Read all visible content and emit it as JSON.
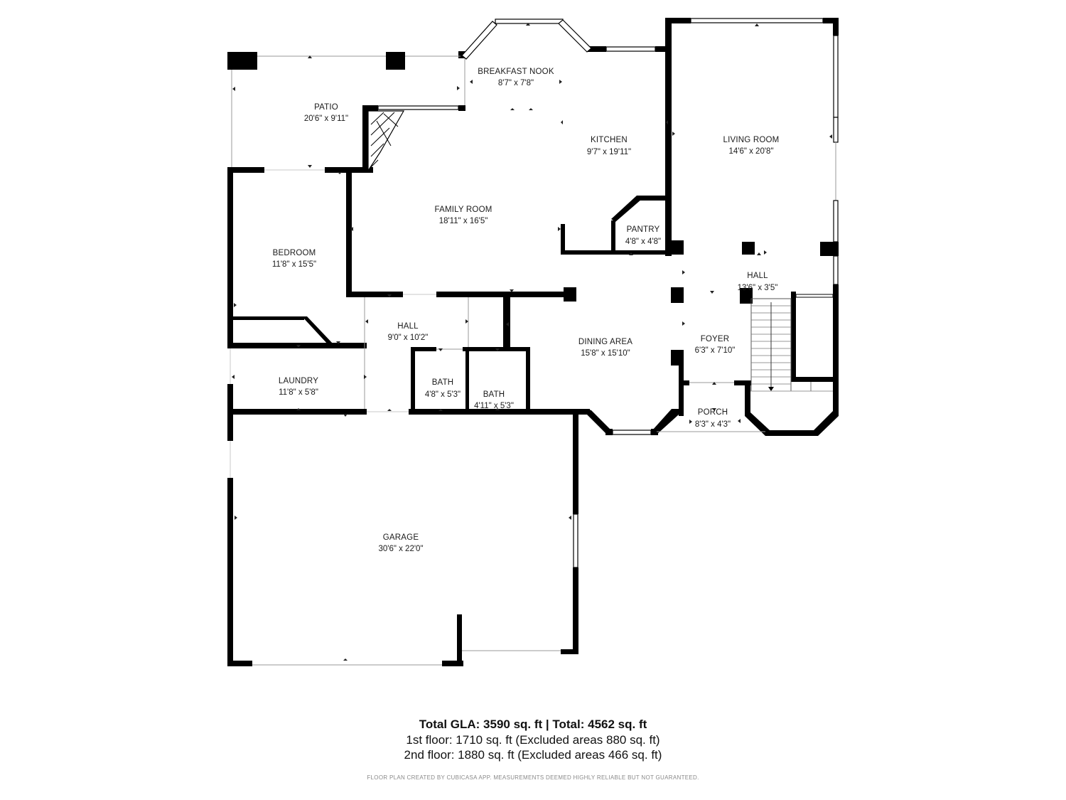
{
  "rooms": {
    "patio": {
      "name": "PATIO",
      "dim": "20'6\" x 9'11\""
    },
    "breakfast_nook": {
      "name": "BREAKFAST NOOK",
      "dim": "8'7\" x 7'8\""
    },
    "kitchen": {
      "name": "KITCHEN",
      "dim": "9'7\" x 19'11\""
    },
    "living_room": {
      "name": "LIVING ROOM",
      "dim": "14'6\" x 20'8\""
    },
    "family_room": {
      "name": "FAMILY ROOM",
      "dim": "18'11\" x 16'5\""
    },
    "pantry": {
      "name": "PANTRY",
      "dim": "4'8\" x 4'8\""
    },
    "bedroom": {
      "name": "BEDROOM",
      "dim": "11'8\" x 15'5\""
    },
    "hall_entry": {
      "name": "HALL",
      "dim": "13'6\" x 3'5\""
    },
    "hall_center": {
      "name": "HALL",
      "dim": "9'0\" x 10'2\""
    },
    "foyer": {
      "name": "FOYER",
      "dim": "6'3\" x 7'10\""
    },
    "dining_area": {
      "name": "DINING AREA",
      "dim": "15'8\" x 15'10\""
    },
    "laundry": {
      "name": "LAUNDRY",
      "dim": "11'8\" x 5'8\""
    },
    "bath_left": {
      "name": "BATH",
      "dim": "4'8\" x 5'3\""
    },
    "bath_right": {
      "name": "BATH",
      "dim": "4'11\" x 5'3\""
    },
    "porch": {
      "name": "PORCH",
      "dim": "8'3\" x 4'3\""
    },
    "garage": {
      "name": "GARAGE",
      "dim": "30'6\" x 22'0\""
    }
  },
  "summary": {
    "total": "Total GLA: 3590 sq. ft | Total: 4562 sq. ft",
    "floor1": "1st floor: 1710 sq. ft (Excluded areas 880 sq. ft)",
    "floor2": "2nd floor: 1880 sq. ft (Excluded areas 466 sq. ft)"
  },
  "footer_note": "FLOOR PLAN CREATED BY CUBICASA APP. MEASUREMENTS DEEMED HIGHLY RELIABLE BUT NOT GUARANTEED."
}
